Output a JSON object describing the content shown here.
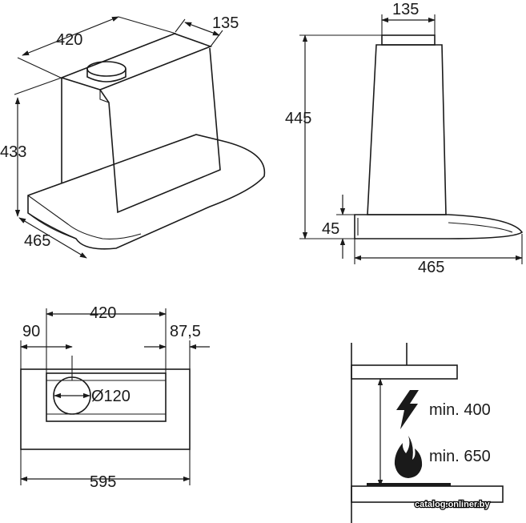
{
  "views": {
    "perspective": {
      "width_label": "420",
      "chimney_depth_label": "135",
      "height_label": "433",
      "depth_label": "465"
    },
    "side": {
      "chimney_depth_label": "135",
      "total_height_label": "445",
      "canopy_height_label": "45",
      "depth_label": "465"
    },
    "top": {
      "chimney_width_label": "420",
      "left_offset_label": "90",
      "right_offset_label": "87,5",
      "outlet_diameter_label": "Ø120",
      "total_width_label": "595"
    },
    "installation": {
      "electric_clearance_label": "min. 400",
      "gas_clearance_label": "min. 650",
      "electric_icon": "lightning-icon",
      "gas_icon": "flame-icon"
    }
  },
  "watermark": "catalog.onliner.by"
}
